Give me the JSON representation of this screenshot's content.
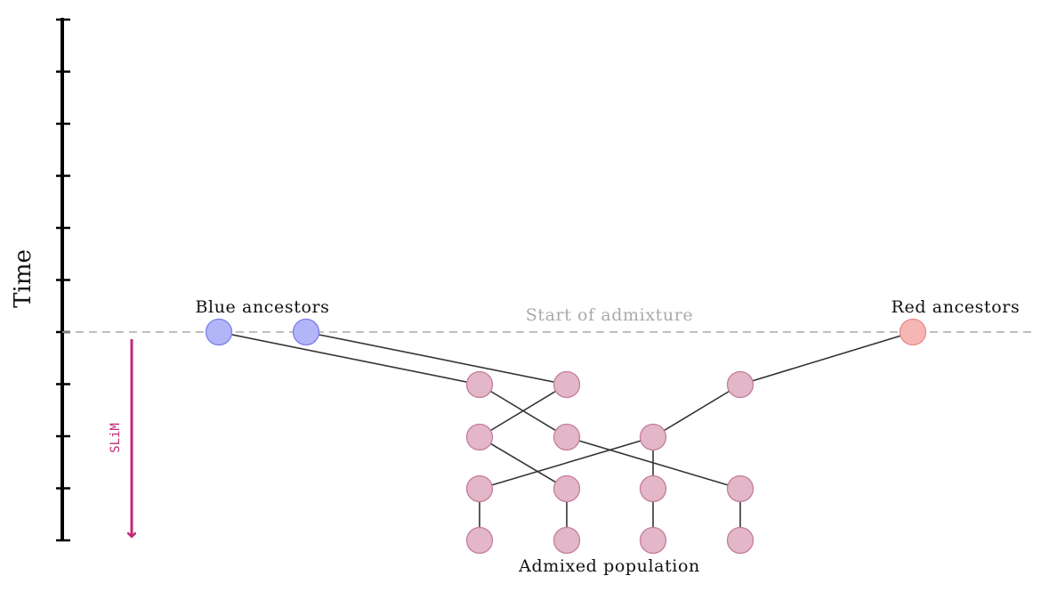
{
  "labels": {
    "time_axis": "Time",
    "blue_ancestors": "Blue ancestors",
    "red_ancestors": "Red ancestors",
    "start_of_admixture": "Start of admixture",
    "admixed_population": "Admixed population",
    "slim": "SLiM"
  },
  "colors": {
    "blue_node_fill": "#b2b5f7",
    "blue_node_stroke": "#7c80e8",
    "red_node_fill": "#f6b7b4",
    "red_node_stroke": "#e88a86",
    "admixed_node_fill": "#e3b6c8",
    "admixed_node_stroke": "#c47e9c",
    "slim_arrow": "#c2297a",
    "admixture_line": "#aaaaaa",
    "edge": "#333333",
    "axis": "#000000"
  },
  "diagram": {
    "time_axis_ticks": 11,
    "nodes": [
      {
        "id": "blue1",
        "group": "blue"
      },
      {
        "id": "blue2",
        "group": "blue"
      },
      {
        "id": "red1",
        "group": "red"
      },
      {
        "id": "g1a",
        "group": "admixed"
      },
      {
        "id": "g1b",
        "group": "admixed"
      },
      {
        "id": "g1c",
        "group": "admixed"
      },
      {
        "id": "g2a",
        "group": "admixed"
      },
      {
        "id": "g2b",
        "group": "admixed"
      },
      {
        "id": "g2c",
        "group": "admixed"
      },
      {
        "id": "g3a",
        "group": "admixed"
      },
      {
        "id": "g3b",
        "group": "admixed"
      },
      {
        "id": "g3c",
        "group": "admixed"
      },
      {
        "id": "g3d",
        "group": "admixed"
      },
      {
        "id": "g4a",
        "group": "admixed"
      },
      {
        "id": "g4b",
        "group": "admixed"
      },
      {
        "id": "g4c",
        "group": "admixed"
      },
      {
        "id": "g4d",
        "group": "admixed"
      }
    ],
    "edges": [
      [
        "blue1",
        "g1a"
      ],
      [
        "blue2",
        "g1b"
      ],
      [
        "red1",
        "g1c"
      ],
      [
        "g1a",
        "g2b"
      ],
      [
        "g1b",
        "g2a"
      ],
      [
        "g1c",
        "g2c"
      ],
      [
        "g2a",
        "g3b"
      ],
      [
        "g2b",
        "g3d"
      ],
      [
        "g2c",
        "g3a"
      ],
      [
        "g2c",
        "g3c"
      ],
      [
        "g3a",
        "g4a"
      ],
      [
        "g3b",
        "g4b"
      ],
      [
        "g3c",
        "g4c"
      ],
      [
        "g3d",
        "g4d"
      ]
    ]
  }
}
